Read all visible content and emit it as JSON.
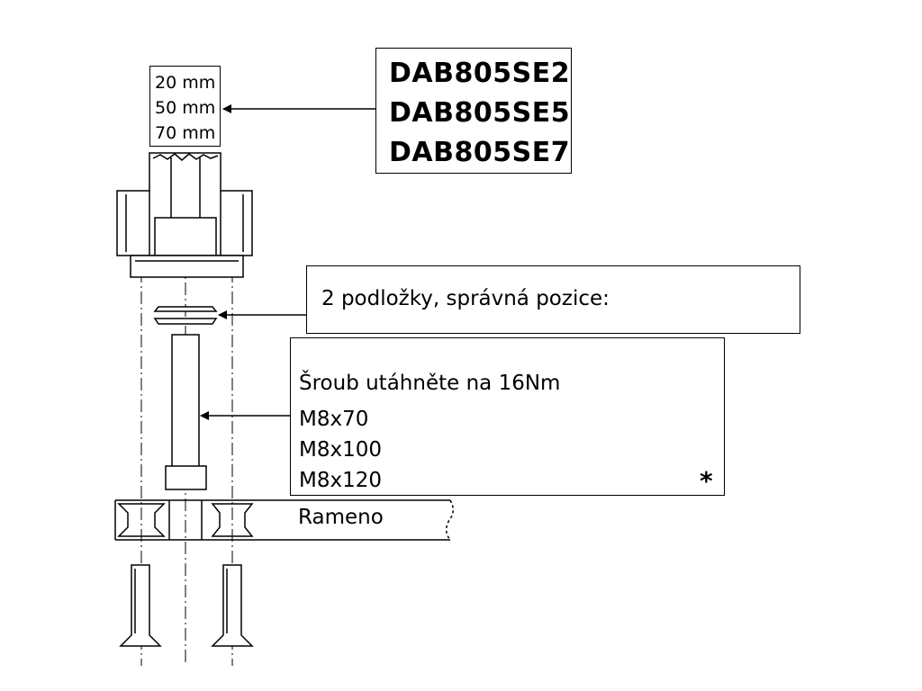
{
  "sizes": [
    "20 mm",
    "50 mm",
    "70 mm"
  ],
  "codes": [
    "DAB805SE2",
    "DAB805SE5",
    "DAB805SE7"
  ],
  "washers_label": "2 podložky, správná pozice:",
  "bolt": {
    "instruction": "Šroub utáhněte na 16Nm",
    "sizes": [
      "M8x70",
      "M8x100",
      "M8x120"
    ],
    "note_marker": "*"
  },
  "arm_label": "Rameno"
}
